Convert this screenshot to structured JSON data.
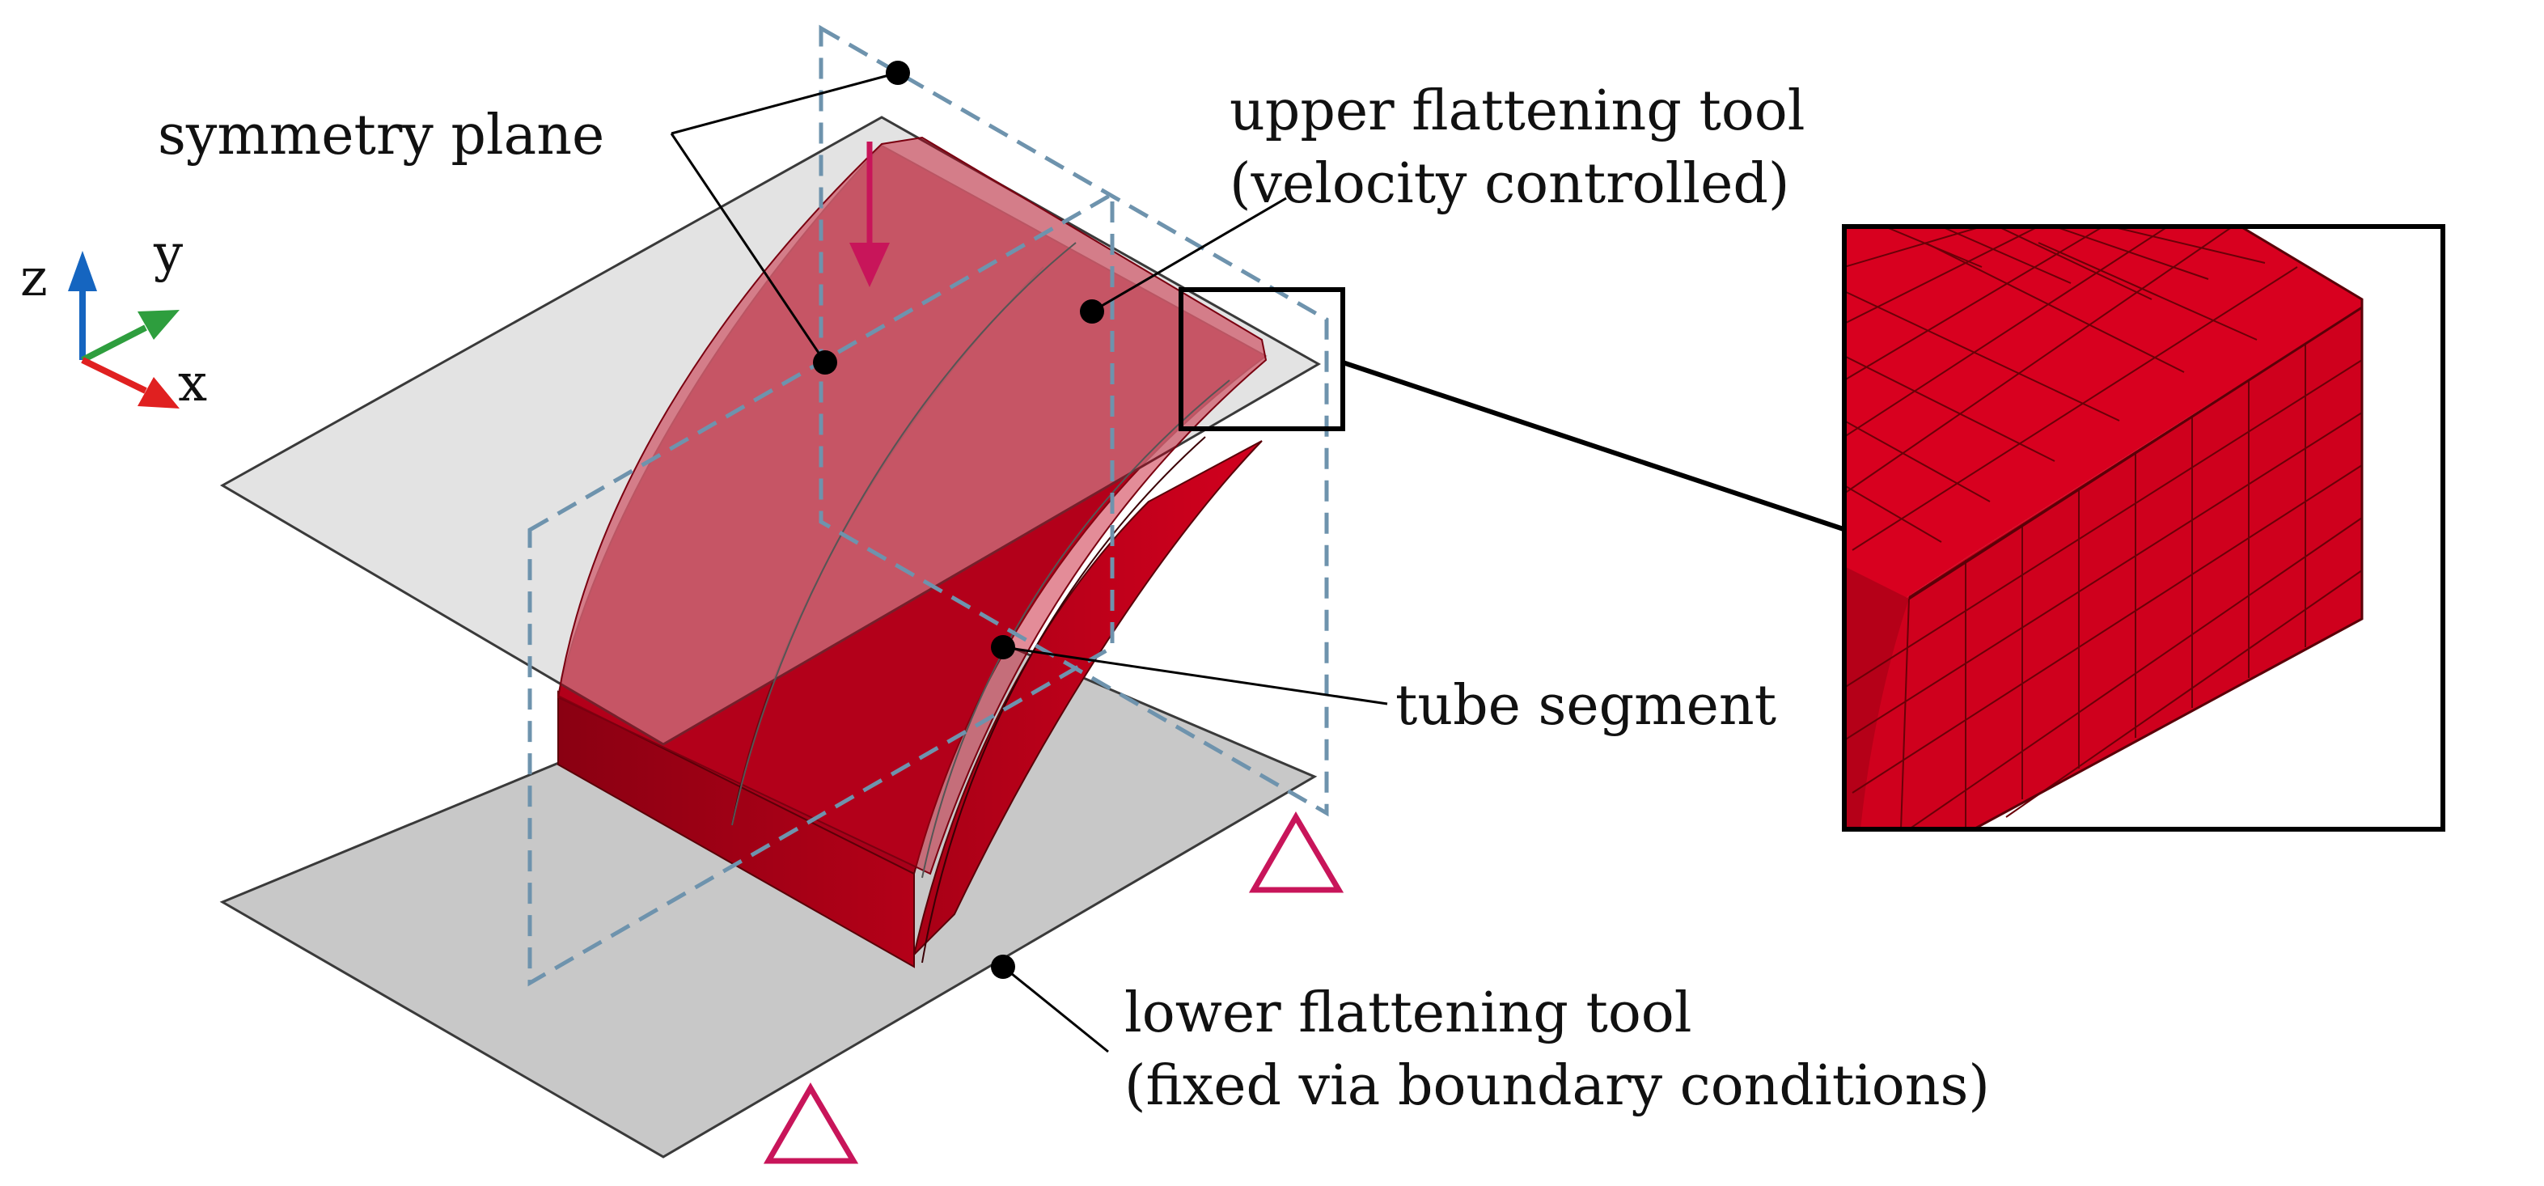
{
  "labels": {
    "symmetry_plane": "symmetry plane",
    "upper_tool_line1": "upper flattening tool",
    "upper_tool_line2": "(velocity controlled)",
    "tube_segment": "tube segment",
    "lower_tool_line1": "lower flattening tool",
    "lower_tool_line2": "(fixed via boundary conditions)"
  },
  "axes": {
    "z": "z",
    "y": "y",
    "x": "x"
  },
  "colors": {
    "tube": "#c0001a",
    "tube_dark": "#8a0012",
    "upper_tool": "#dcdcdc",
    "lower_tool": "#c8c8c8",
    "dashed_plane": "#6e93ad",
    "arrow_magenta": "#c8155a",
    "axis_z": "#1565c0",
    "axis_y": "#2e9e3e",
    "axis_x": "#e02020"
  }
}
